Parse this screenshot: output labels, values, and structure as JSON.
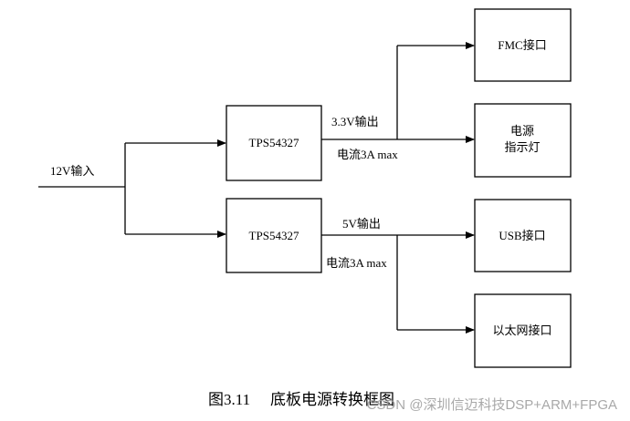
{
  "diagram": {
    "input_label": "12V输入",
    "regulators": [
      {
        "label": "TPS54327",
        "output_label": "3.3V输出",
        "current_label": "电流3A max"
      },
      {
        "label": "TPS54327",
        "output_label": "5V输出",
        "current_label": "电流3A max"
      }
    ],
    "loads": [
      {
        "label_lines": [
          "FMC接口"
        ]
      },
      {
        "label_lines": [
          "电源",
          "指示灯"
        ]
      },
      {
        "label_lines": [
          "USB接口"
        ]
      },
      {
        "label_lines": [
          "以太网接口"
        ]
      }
    ]
  },
  "caption": {
    "number": "图3.11",
    "title": "底板电源转换框图"
  },
  "watermark": "CSDN @深圳信迈科技DSP+ARM+FPGA"
}
